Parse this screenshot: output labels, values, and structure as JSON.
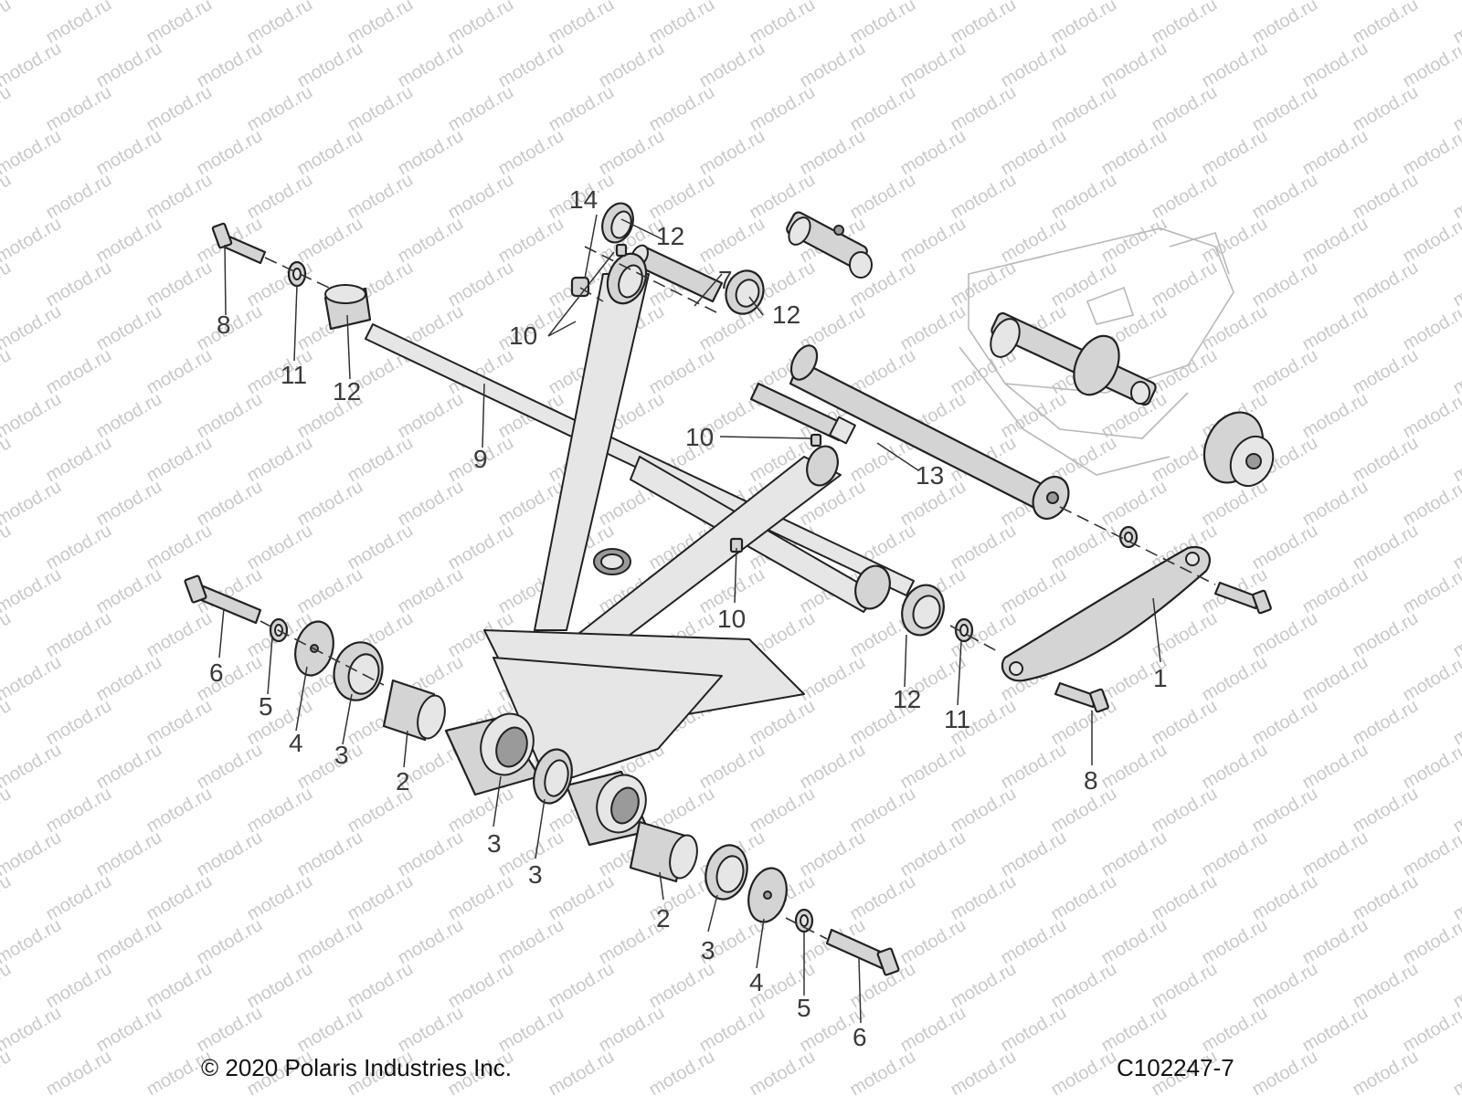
{
  "diagram": {
    "watermark_text": "motod.ru",
    "copyright": "© 2020 Polaris Industries Inc.",
    "figure_id": "C102247-7",
    "callouts": [
      {
        "id": "c14",
        "label": "14"
      },
      {
        "id": "c12a",
        "label": "12"
      },
      {
        "id": "c7",
        "label": "7"
      },
      {
        "id": "c12b",
        "label": "12"
      },
      {
        "id": "c10a",
        "label": "10"
      },
      {
        "id": "c8a",
        "label": "8"
      },
      {
        "id": "c11a",
        "label": "11"
      },
      {
        "id": "c12c",
        "label": "12"
      },
      {
        "id": "c9",
        "label": "9"
      },
      {
        "id": "c10b",
        "label": "10"
      },
      {
        "id": "c13",
        "label": "13"
      },
      {
        "id": "c10c",
        "label": "10"
      },
      {
        "id": "c6a",
        "label": "6"
      },
      {
        "id": "c5a",
        "label": "5"
      },
      {
        "id": "c4a",
        "label": "4"
      },
      {
        "id": "c3a",
        "label": "3"
      },
      {
        "id": "c2a",
        "label": "2"
      },
      {
        "id": "c3b",
        "label": "3"
      },
      {
        "id": "c3c",
        "label": "3"
      },
      {
        "id": "c12d",
        "label": "12"
      },
      {
        "id": "c11b",
        "label": "11"
      },
      {
        "id": "c1",
        "label": "1"
      },
      {
        "id": "c8b",
        "label": "8"
      },
      {
        "id": "c2b",
        "label": "2"
      },
      {
        "id": "c3d",
        "label": "3"
      },
      {
        "id": "c4b",
        "label": "4"
      },
      {
        "id": "c5b",
        "label": "5"
      },
      {
        "id": "c6b",
        "label": "6"
      }
    ]
  }
}
